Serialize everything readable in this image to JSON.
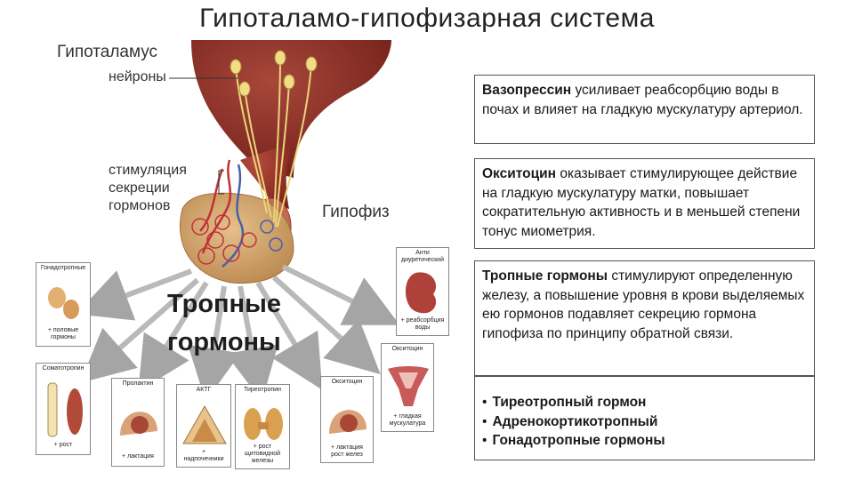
{
  "title": "Гипоталамо-гипофизарная система",
  "labels": {
    "hypothalamus": "Гипоталамус",
    "neurons": "нейроны",
    "stim1": "стимуляция",
    "stim2": "секреции",
    "stim3": "гормонов",
    "pituitary": "Гипофиз",
    "tropic1": "Тропные",
    "tropic2": "гормоны"
  },
  "cards": {
    "gonado": {
      "title": "Гонадотропные",
      "foot1": "+ половые",
      "foot2": "гормоны"
    },
    "somato": {
      "title": "Соматотропин",
      "foot1": "+ рост"
    },
    "prolactin": {
      "title": "Пролактин",
      "foot1": "+ лактация"
    },
    "acth": {
      "title": "АКТГ",
      "foot1": "+",
      "foot2": "надпочечники"
    },
    "thyro": {
      "title": "Тиреотропин",
      "foot1": "+ рост",
      "foot2": "щитовидной",
      "foot3": "железы"
    },
    "oxy1": {
      "title": "Окситоцин",
      "foot1": "+ лактация",
      "foot2": "рост желез"
    },
    "oxy2": {
      "title": "Окситоцин",
      "foot1": "+ гладкая",
      "foot2": "мускулатура"
    },
    "adh": {
      "title": "Анти",
      "title2": "диуретический",
      "foot1": "+ реабсорбция",
      "foot2": "воды"
    }
  },
  "panels": {
    "vaso": {
      "bold": "Вазопрессин",
      "text": " усиливает реабсорбцию воды в почах и влияет на гладкую мускулатуру артериол."
    },
    "oxy": {
      "bold": "Окситоцин",
      "text": " оказывает стимулирующее действие на гладкую мускулатуру матки, повышает сократительную активность и в меньшей степени тонус миометрия."
    },
    "tropic": {
      "bold": "Тропные гормоны",
      "text": " стимулируют определенную железу, а повышение уровня в крови выделяемых ею гормонов подавляет секрецию гормона гипофиза по принципу обратной связи."
    },
    "list": [
      "Тиреотропный гормон",
      "Адренокортикотропный",
      "Гонадотропные гормоны"
    ]
  },
  "colors": {
    "brain": "#8b2a22",
    "gland": "#c89a5e",
    "vessel_red": "#c0303a",
    "vessel_blue": "#4a5fa8",
    "arrow": "#b9b9b9"
  }
}
